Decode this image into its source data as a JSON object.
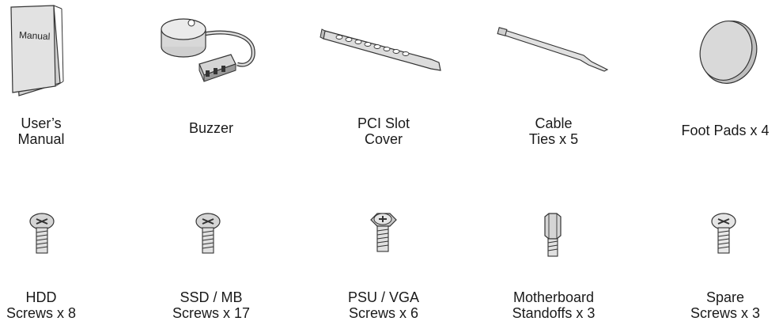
{
  "accessories": [
    {
      "id": "manual",
      "lines": [
        "User’s",
        "Manual"
      ],
      "printed_text": "Manual",
      "icon": "manual-booklet-icon"
    },
    {
      "id": "buzzer",
      "lines": [
        "Buzzer"
      ],
      "icon": "buzzer-icon"
    },
    {
      "id": "pci",
      "lines": [
        "PCI Slot",
        "Cover"
      ],
      "icon": "pci-slot-cover-icon"
    },
    {
      "id": "ties",
      "lines": [
        "Cable",
        "Ties x 5"
      ],
      "icon": "cable-tie-icon"
    },
    {
      "id": "pads",
      "lines": [
        "Foot Pads x 4"
      ],
      "icon": "foot-pad-icon"
    },
    {
      "id": "hdd",
      "lines": [
        "HDD",
        "Screws x 8"
      ],
      "icon": "screw-icon"
    },
    {
      "id": "ssd",
      "lines": [
        "SSD / MB",
        "Screws x 17"
      ],
      "icon": "screw-icon"
    },
    {
      "id": "psu",
      "lines": [
        "PSU / VGA",
        "Screws x 6"
      ],
      "icon": "hex-screw-icon"
    },
    {
      "id": "standoffs",
      "lines": [
        "Motherboard",
        "Standoffs x 3"
      ],
      "icon": "standoff-icon"
    },
    {
      "id": "spare",
      "lines": [
        "Spare",
        "Screws x 3"
      ],
      "icon": "screw-icon"
    }
  ]
}
